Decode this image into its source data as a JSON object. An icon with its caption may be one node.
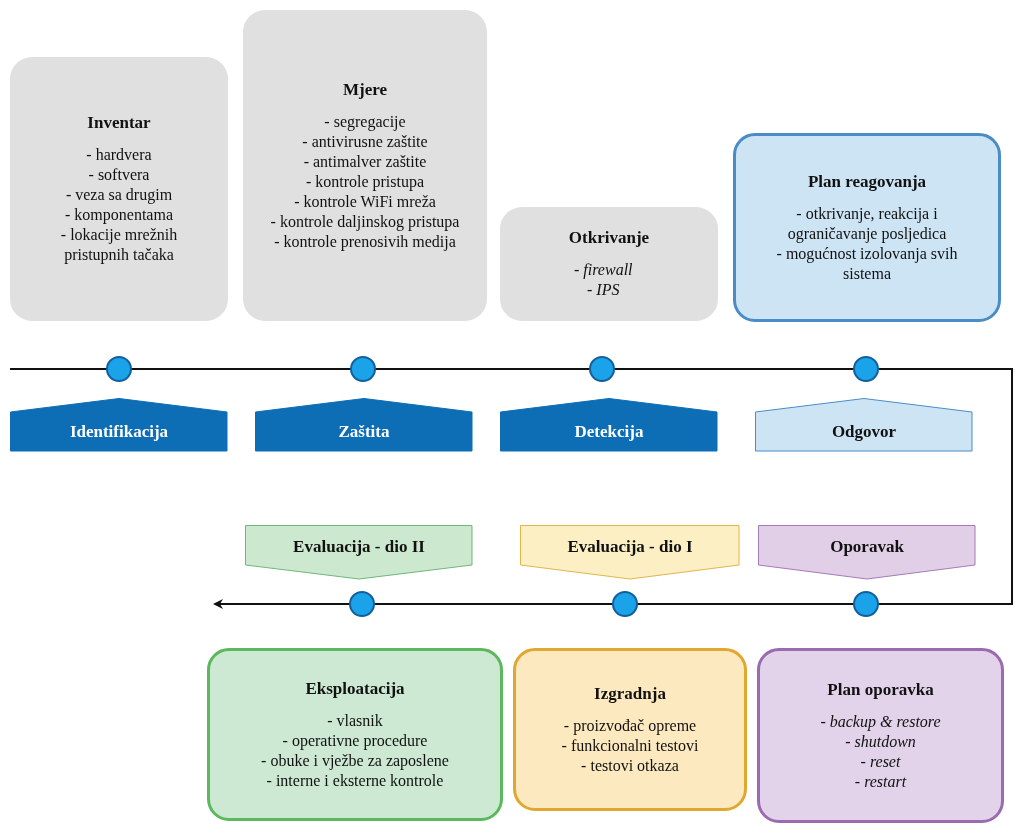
{
  "diagram": {
    "nodes": [
      {
        "text": [
          "Inventar",
          "- hardvera",
          "- softvera",
          "- veza sa drugim",
          "- komponentama",
          "- lokacije mrežnih pristupnih tačaka"
        ]
      },
      {
        "text": [
          "Mjere",
          "- segregacije",
          "- antivirusne zaštite",
          "- antimalver zaštite",
          "- kontrole pristupa",
          "- kontrole WiFi mreža",
          "- kontrole daljinskog pristupa",
          "- kontrole prenosivih medija"
        ]
      },
      {
        "text": [
          "Otkrivanje",
          "- *firewall*",
          "- *IPS*"
        ]
      },
      {
        "text": [
          "Plan reagovanja",
          "- otkrivanje, reakcija i ograničavanje posljedica",
          "- mogućnost izolovanja svih sistema"
        ]
      },
      {
        "text": [],
        "shape": "circle"
      },
      {
        "text": [],
        "shape": "circle"
      },
      {
        "text": [],
        "shape": "circle"
      },
      {
        "text": [],
        "shape": "circle"
      },
      {
        "text": [
          "Identifikacija"
        ]
      },
      {
        "text": [
          "Zaštita"
        ]
      },
      {
        "text": [
          "Detekcija"
        ]
      },
      {
        "text": [
          "Odgovor"
        ]
      },
      {
        "text": [
          "Evaluacija - dio II"
        ]
      },
      {
        "text": [
          "Evaluacija - dio I"
        ]
      },
      {
        "text": [
          "Oporavak"
        ]
      },
      {
        "text": [],
        "shape": "circle"
      },
      {
        "text": [],
        "shape": "circle"
      },
      {
        "text": [],
        "shape": "circle"
      },
      {
        "text": [
          "Eksploatacija",
          "- vlasnik",
          "- operativne procedure",
          "- obuke i vježbe za zaposlene",
          "- interne i eksterne kontrole"
        ]
      },
      {
        "text": [
          "Izgradnja",
          "- proizvođač opreme",
          "- funkcionalni testovi",
          "- testovi otkaza"
        ]
      },
      {
        "text": [
          "Plan oporavka",
          "*- backup & restore*",
          "*- shutdown*",
          "*- reset*",
          "*- restart*"
        ]
      }
    ]
  }
}
